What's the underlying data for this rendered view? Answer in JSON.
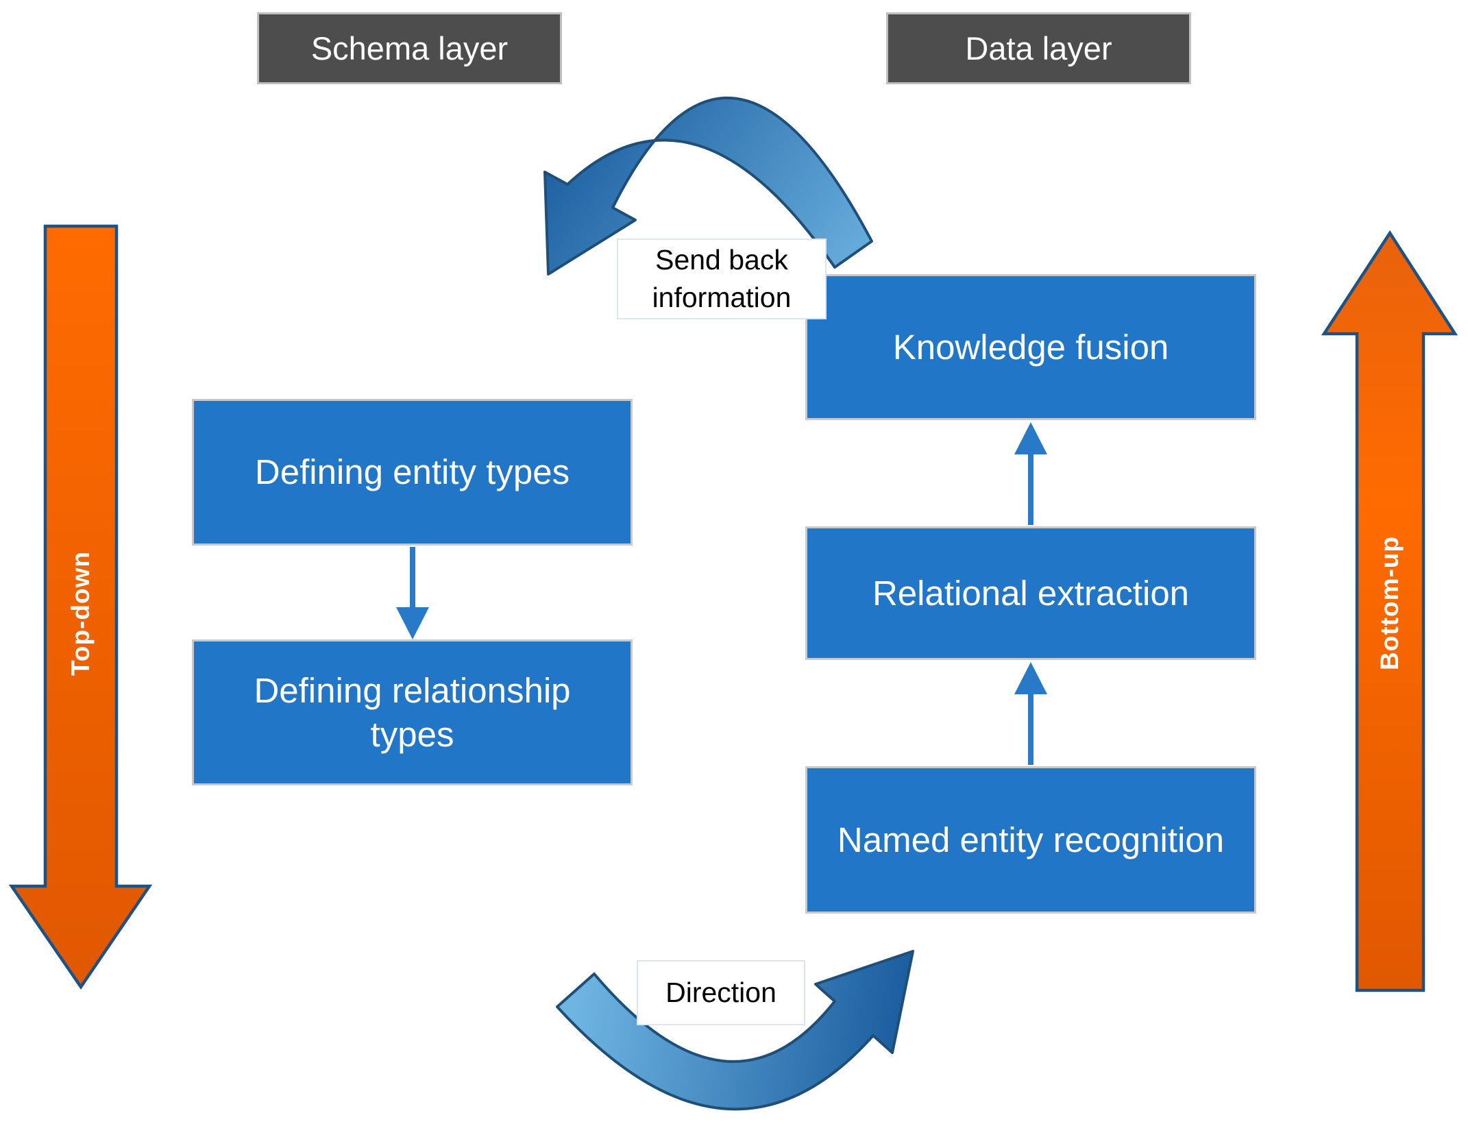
{
  "headers": {
    "schema": "Schema layer",
    "data": "Data layer"
  },
  "schema_column": {
    "boxes": [
      {
        "label": "Defining entity types"
      },
      {
        "label": "Defining relationship types"
      }
    ]
  },
  "data_column": {
    "boxes": [
      {
        "label": "Knowledge fusion"
      },
      {
        "label": "Relational extraction"
      },
      {
        "label": "Named entity recognition"
      }
    ]
  },
  "side_arrows": {
    "left_label": "Top-down",
    "right_label": "Bottom-up"
  },
  "flow_labels": {
    "send_back": {
      "line1": "Send back",
      "line2": "information"
    },
    "direction": "Direction"
  },
  "icons": {
    "top_curved_arrow": "curved-arrow-left-icon",
    "bottom_curved_arrow": "curved-arrow-right-icon",
    "left_side_arrow": "down-arrow-icon",
    "right_side_arrow": "up-arrow-icon"
  },
  "colors": {
    "box_blue": "#2176C7",
    "box_border": "#C9C9C9",
    "box_text": "#FFFFFF",
    "header_gray": "#4D4D4D",
    "header_border": "#BFBFBF",
    "orange_main": "#FF6B00",
    "orange_dark": "#E05800",
    "orange_head": "#E8620C",
    "orange_border": "#1D5284",
    "curve_blue_dark": "#1A5C9E",
    "curve_blue_light": "#6FB5E2",
    "curve_border": "#1F4E79",
    "connector_blue": "#2979C9",
    "label_border": "#DCE4F0",
    "label_text": "#000000"
  }
}
